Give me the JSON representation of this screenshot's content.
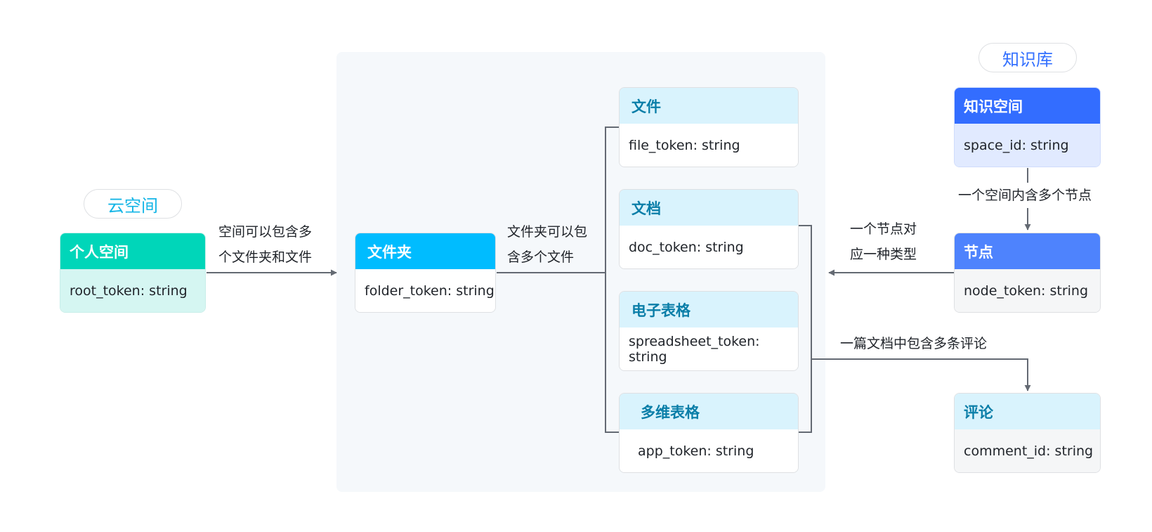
{
  "groups": {
    "cloud": "云空间",
    "wiki": "知识库"
  },
  "boxes": {
    "personal": {
      "title": "个人空间",
      "field": "root_token: string"
    },
    "folder": {
      "title": "文件夹",
      "field": "folder_token: string"
    },
    "file": {
      "title": "文件",
      "field": "file_token: string"
    },
    "doc": {
      "title": "文档",
      "field": "doc_token: string"
    },
    "sheet": {
      "title": "电子表格",
      "field": "spreadsheet_token: string"
    },
    "bitable": {
      "title": "多维表格",
      "field": "app_token: string"
    },
    "wiki_space": {
      "title": "知识空间",
      "field": "space_id: string"
    },
    "node": {
      "title": "节点",
      "field": "node_token: string"
    },
    "comment": {
      "title": "评论",
      "field": "comment_id: string"
    }
  },
  "edges": {
    "space_contains_line1": "空间可以包含多",
    "space_contains_line2": "个文件夹和文件",
    "folder_contains_line1": "文件夹可以包",
    "folder_contains_line2": "含多个文件",
    "wiki_contains_nodes": "一个空间内含多个节点",
    "node_type_line1": "一个节点对",
    "node_type_line2": "应一种类型",
    "doc_comments": "一篇文档中包含多条评论"
  },
  "colors": {
    "cloud_label": "#14b5e6",
    "wiki_label": "#3370ff",
    "personal_head": "#00d6b9",
    "personal_body": "#d5f6f2",
    "folder_head": "#00bcff",
    "file_head": "#d9f3fd",
    "file_title": "#0a7ea8",
    "wiki_head": "#336dff",
    "wiki_body": "#e1eaff",
    "node_head": "#4e83fd",
    "comment_head": "#d9f3fd",
    "grey_body": "#f5f6f7",
    "connector": "#646a73"
  }
}
